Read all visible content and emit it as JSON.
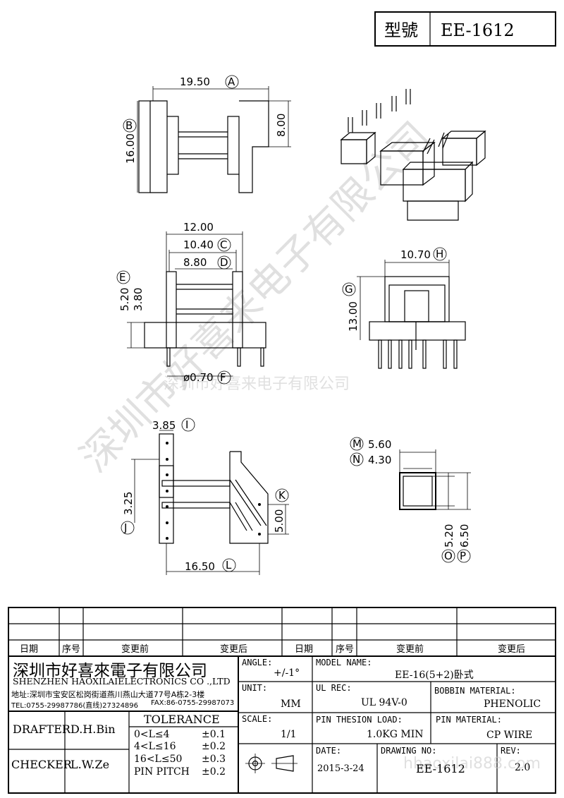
{
  "title_block_top": {
    "label": "型號",
    "model": "EE-1612"
  },
  "watermarks": {
    "diagonal": "深圳市好喜来电子有限公司",
    "horizontal": "深圳市好喜来电子有限公司",
    "footer": "hhaoxilai888.com"
  },
  "dimensions": {
    "A": {
      "value": "19.50",
      "tag": "A"
    },
    "B": {
      "value": "16.00",
      "tag": "B"
    },
    "top_right": {
      "value": "8.00"
    },
    "overall": {
      "value": "12.00"
    },
    "C": {
      "value": "10.40",
      "tag": "C"
    },
    "D": {
      "value": "8.80",
      "tag": "D"
    },
    "E": {
      "value": "5.20",
      "tag": "E"
    },
    "e2": {
      "value": "3.80"
    },
    "F": {
      "value": "ø0.70",
      "tag": "F"
    },
    "H": {
      "value": "10.70",
      "tag": "H"
    },
    "G": {
      "value": "13.00",
      "tag": "G"
    },
    "I": {
      "value": "3.85",
      "tag": "I"
    },
    "J": {
      "value": "3.25",
      "tag": "J"
    },
    "K": {
      "value": "5.00",
      "tag": "K"
    },
    "L": {
      "value": "16.50",
      "tag": "L"
    },
    "M": {
      "value": "5.60",
      "tag": "M"
    },
    "N": {
      "value": "4.30",
      "tag": "N"
    },
    "O": {
      "value": "5.20",
      "tag": "O"
    },
    "P": {
      "value": "6.50",
      "tag": "P"
    }
  },
  "revision_table": {
    "headers": [
      "日期",
      "序号",
      "变更前",
      "变更后",
      "日期",
      "序号",
      "变更前",
      "变更后"
    ]
  },
  "company": {
    "name_cn": "深圳市好喜來電子有限公司",
    "name_en": "SHENZHEN HAOXILAIELECTRONICS CO .,LTD",
    "address": "地址:深圳市宝安区松岗街道燕川燕山大道77号A栋2-3楼",
    "tel": "TEL:0755-29987786(直线)27324896",
    "fax": "FAX:86-0755-29987073"
  },
  "staff": {
    "drafter_label": "DRAFTER",
    "drafter": "D.H.Bin",
    "checker_label": "CHECKER",
    "checker": "L.W.Ze"
  },
  "tolerance": {
    "title": "TOLERANCE",
    "rows": [
      {
        "range": "0<L≤4",
        "tol": "±0.1"
      },
      {
        "range": "4<L≤16",
        "tol": "±0.2"
      },
      {
        "range": "16<L≤50",
        "tol": "±0.3"
      },
      {
        "range": "PIN PITCH",
        "tol": "±0.2"
      }
    ]
  },
  "specs": {
    "angle_label": "ANGLE:",
    "angle": "+/-1°",
    "unit_label": "UNIT:",
    "unit": "MM",
    "scale_label": "SCALE:",
    "scale": "1/1",
    "model_label": "MODEL NAME:",
    "model": "EE-16(5+2)卧式",
    "ul_label": "UL REC:",
    "ul": "UL 94V-0",
    "bobbin_label": "BOBBIN MATERIAL:",
    "bobbin": "PHENOLIC",
    "pin_load_label": "PIN THESION LOAD:",
    "pin_load": "1.0KG MIN",
    "pin_mat_label": "PIN MATERIAL:",
    "pin_mat": "CP  WIRE",
    "date_label": "DATE:",
    "date": "2015-3-24",
    "drawing_label": "DRAWING NO:",
    "drawing": "EE-1612",
    "rev_label": "REV:",
    "rev": "2.0"
  }
}
